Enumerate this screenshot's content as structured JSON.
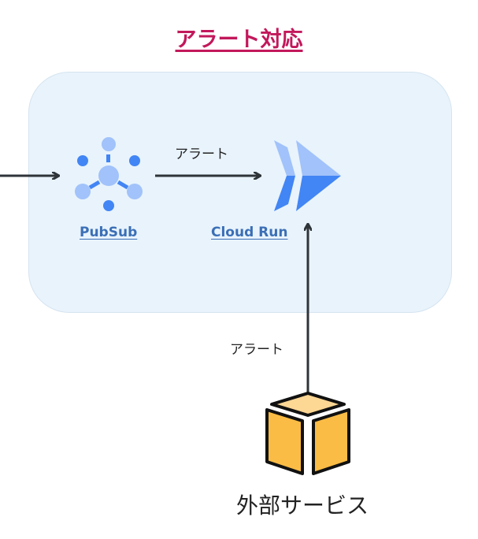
{
  "title": "アラート対応",
  "group": {
    "name": "alert-handling-group"
  },
  "nodes": {
    "pubsub": {
      "label": "PubSub"
    },
    "cloud_run": {
      "label": "Cloud Run"
    },
    "external": {
      "label": "外部サービス"
    }
  },
  "edges": {
    "pubsub_to_run": {
      "label": "アラート"
    },
    "external_to_run": {
      "label": "アラート"
    }
  },
  "colors": {
    "title": "#c2185b",
    "group_bg": "#e8f3fc",
    "link": "#3b6fb6",
    "arrow": "#2f3439",
    "cube": "#fbbc45",
    "cube_top": "#fdd794",
    "gcp_blue": "#4285f4",
    "gcp_light": "#a1c2fa"
  }
}
